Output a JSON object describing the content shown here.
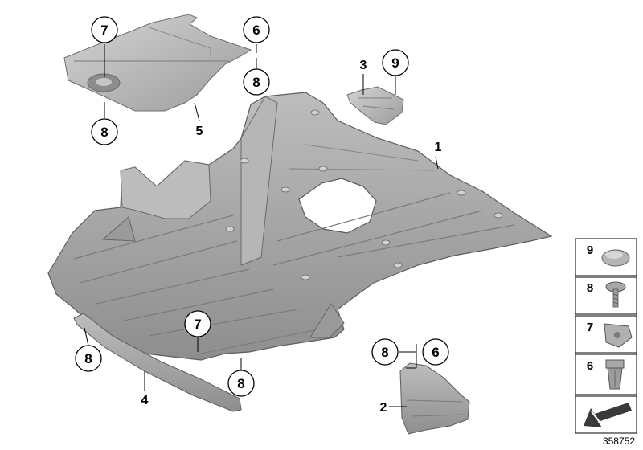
{
  "callouts": [
    {
      "id": "c7a",
      "label": "7",
      "circled": true
    },
    {
      "id": "c6a",
      "label": "6",
      "circled": true
    },
    {
      "id": "c8a",
      "label": "8",
      "circled": true
    },
    {
      "id": "c8b",
      "label": "8",
      "circled": true
    },
    {
      "id": "c5",
      "label": "5",
      "circled": false
    },
    {
      "id": "c3",
      "label": "3",
      "circled": false
    },
    {
      "id": "c9",
      "label": "9",
      "circled": true
    },
    {
      "id": "c1",
      "label": "1",
      "circled": false
    },
    {
      "id": "c7b",
      "label": "7",
      "circled": true
    },
    {
      "id": "c8c",
      "label": "8",
      "circled": true
    },
    {
      "id": "c8d",
      "label": "8",
      "circled": true
    },
    {
      "id": "c4",
      "label": "4",
      "circled": false
    },
    {
      "id": "c8e",
      "label": "8",
      "circled": true
    },
    {
      "id": "c6b",
      "label": "6",
      "circled": true
    },
    {
      "id": "c2",
      "label": "2",
      "circled": false
    }
  ],
  "legend": {
    "items": [
      {
        "label": "9",
        "part": "clip-cap"
      },
      {
        "label": "8",
        "part": "screw"
      },
      {
        "label": "7",
        "part": "speed-nut"
      },
      {
        "label": "6",
        "part": "expanding-nut"
      }
    ],
    "arrow_icon": "direction-arrow-icon"
  },
  "doc_number": "358752",
  "colors": {
    "part_fill": "#a9a9a9",
    "part_dark": "#7d7d7d",
    "part_light": "#cfcfcf",
    "outline": "#555555"
  }
}
